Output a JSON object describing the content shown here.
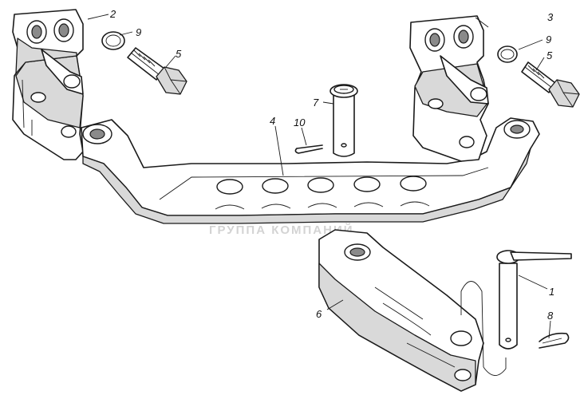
{
  "callouts": {
    "c1": "1",
    "c2": "2",
    "c3": "3",
    "c4": "4",
    "c5a": "5",
    "c5b": "5",
    "c6": "6",
    "c7": "7",
    "c8": "8",
    "c9a": "9",
    "c9b": "9",
    "c10": "10"
  },
  "watermark": {
    "subtitle": "ГРУППА КОМПАНИЙ"
  },
  "colors": {
    "line": "#1a1a1a",
    "shade": "#d9d9d9",
    "watermark": "#c9c9c9"
  }
}
